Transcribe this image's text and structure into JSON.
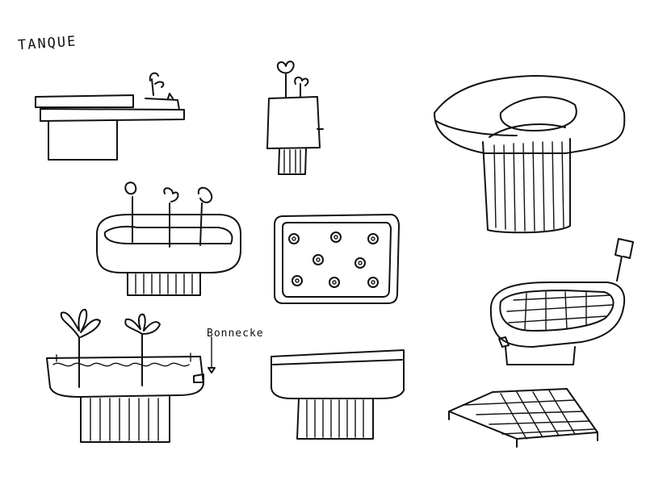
{
  "sheet": {
    "title": "TANQUE",
    "valve_note": "Bonnecke"
  },
  "colors": {
    "ink": "#111111",
    "paper": "#ffffff"
  },
  "sketches": [
    "tank-low-trough",
    "tank-pot-with-seedlings",
    "tank-large-lid-over-cylinder",
    "tank-basin-with-seedlings",
    "tank-top-view-with-holes",
    "tank-basin-with-grid",
    "tank-water-level-with-plants",
    "tank-basin-on-base",
    "tank-grid-panel"
  ]
}
